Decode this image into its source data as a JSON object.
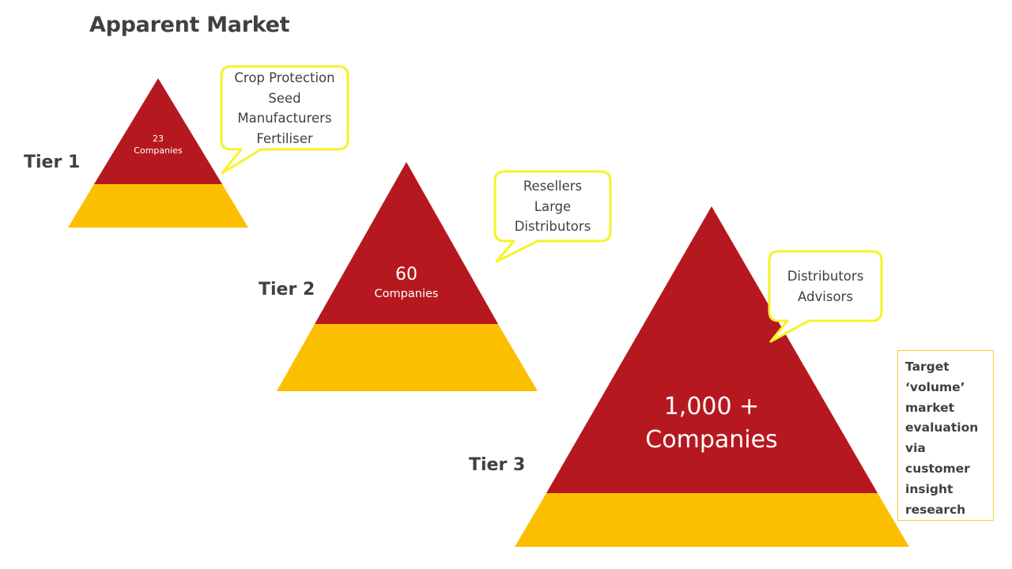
{
  "title": "Apparent Market",
  "colors": {
    "upper_band": "#b5191f",
    "lower_band": "#fcbf00",
    "callout_border": "#f8f228",
    "text": "#404040"
  },
  "tiers": [
    {
      "label": "Tier 1",
      "count": "23",
      "unit": "Companies",
      "callout": [
        "Crop Protection",
        "Seed",
        "Manufacturers",
        "Fertiliser"
      ]
    },
    {
      "label": "Tier 2",
      "count": "60",
      "unit": "Companies",
      "callout": [
        "Resellers",
        "Large",
        "Distributors"
      ]
    },
    {
      "label": "Tier 3",
      "count": "1,000 +",
      "unit": "Companies",
      "callout": [
        "Distributors",
        "Advisors"
      ]
    }
  ],
  "target_note": [
    "Target",
    "‘volume’",
    "market",
    "evaluation",
    "via",
    "customer",
    "insight",
    "research"
  ]
}
